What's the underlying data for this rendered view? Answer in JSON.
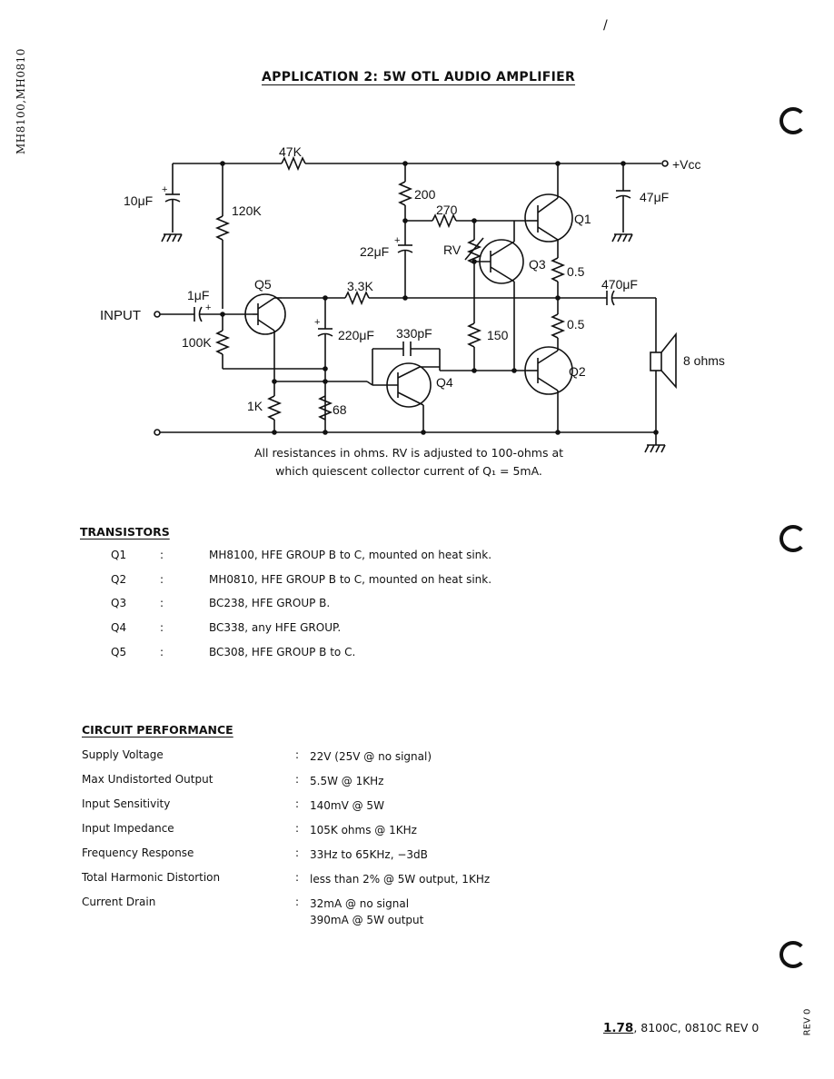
{
  "side_code": "MH8100,MH0810",
  "title": "APPLICATION 2: 5W OTL AUDIO AMPLIFIER",
  "corner_mark": "/",
  "schematic": {
    "r47k": "47K",
    "vcc": "+Vcc",
    "c10u": "10μF",
    "r120k": "120K",
    "r200": "200",
    "r270": "270",
    "q1": "Q1",
    "c47u": "47μF",
    "c22u": "22μF",
    "rv": "RV",
    "q3": "Q3",
    "r05a": "0.5",
    "c470u": "470μF",
    "c1u": "1μF",
    "input": "INPUT",
    "q5": "Q5",
    "r33k": "3.3K",
    "r100k": "100K",
    "c220u": "220μF",
    "c330p": "330pF",
    "r150": "150",
    "r05b": "0.5",
    "speaker": "8 ohms",
    "q2": "Q2",
    "q4": "Q4",
    "r1k": "1K",
    "r68": "68",
    "plus": "+"
  },
  "note_line1": "All resistances in ohms. RV is adjusted to 100-ohms at",
  "note_line2": "which quiescent collector current of Q₁ = 5mA.",
  "transistors_title": "TRANSISTORS",
  "transistors": [
    {
      "q": "Q1",
      "sep": ":",
      "desc": "MH8100, HFE GROUP B to C, mounted on heat sink."
    },
    {
      "q": "Q2",
      "sep": ":",
      "desc": "MH0810, HFE GROUP B to C, mounted on heat sink."
    },
    {
      "q": "Q3",
      "sep": ":",
      "desc": "BC238, HFE GROUP B."
    },
    {
      "q": "Q4",
      "sep": ":",
      "desc": "BC338, any HFE GROUP."
    },
    {
      "q": "Q5",
      "sep": ":",
      "desc": "BC308, HFE GROUP B to C."
    }
  ],
  "performance_title": "CIRCUIT PERFORMANCE",
  "performance": [
    {
      "label": "Supply Voltage",
      "sep": ":",
      "value": "22V (25V @ no signal)"
    },
    {
      "label": "Max Undistorted Output",
      "sep": ":",
      "value": "5.5W @ 1KHz"
    },
    {
      "label": "Input Sensitivity",
      "sep": ":",
      "value": "140mV @ 5W"
    },
    {
      "label": "Input Impedance",
      "sep": ":",
      "value": "105K ohms @ 1KHz"
    },
    {
      "label": "Frequency Response",
      "sep": ":",
      "value": "33Hz to 65KHz, −3dB"
    },
    {
      "label": "Total Harmonic Distortion",
      "sep": ":",
      "value": "less than 2% @ 5W output, 1KHz"
    },
    {
      "label": "Current Drain",
      "sep": ":",
      "value": "32mA @ no signal",
      "value2": "390mA @ 5W output"
    }
  ],
  "footer": {
    "num": "1.78",
    "text": ", 8100C, 0810C REV 0"
  },
  "margin_rev": "REV 0"
}
